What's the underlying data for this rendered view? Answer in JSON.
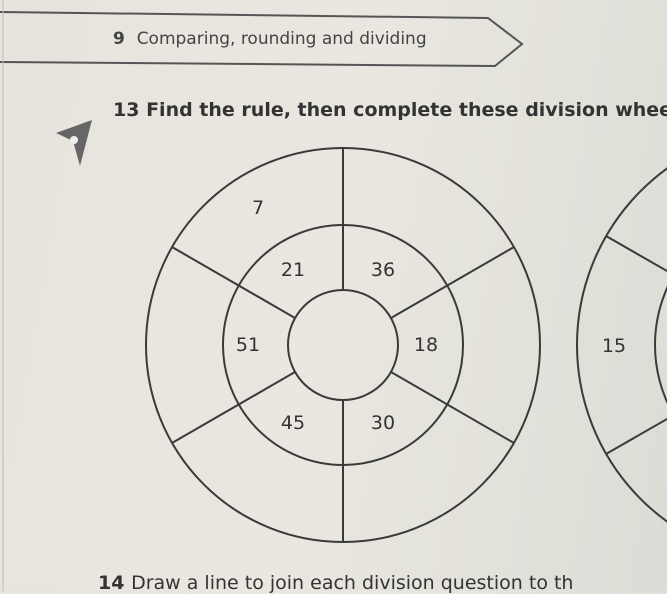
{
  "chapter_banner": {
    "number": "9",
    "title": "Comparing, rounding and dividing"
  },
  "question_13": {
    "number": "13",
    "text": "Find the rule, then complete these division wheels."
  },
  "wheel_1": {
    "outer": [
      "7"
    ],
    "inner": [
      "21",
      "36",
      "51",
      "18",
      "45",
      "30"
    ]
  },
  "wheel_2": {
    "inner": [
      "15"
    ]
  },
  "question_14": {
    "number": "14",
    "text": "Draw a line to join each division question to th"
  }
}
